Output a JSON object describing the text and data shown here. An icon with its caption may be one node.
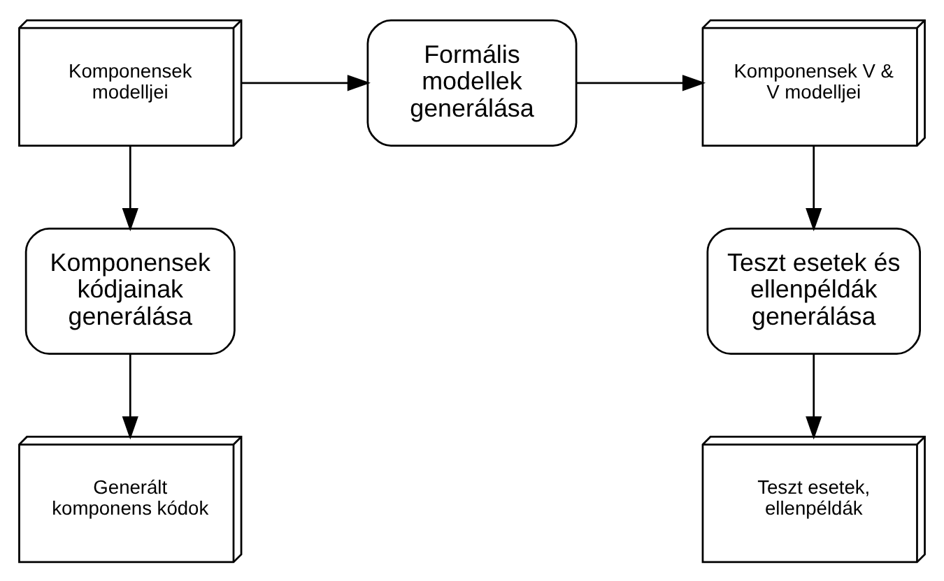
{
  "diagram": {
    "nodes": [
      {
        "text": [
          "Komponensek modelljei"
        ]
      },
      {
        "text": [
          "Formális modellek generálása"
        ]
      },
      {
        "text": [
          "Komponensek V & V modelljei"
        ]
      },
      {
        "text": [
          "Komponensek kódjainak generálása"
        ]
      },
      {
        "text": [
          "Teszt esetek és ellenpéldák generálása"
        ]
      },
      {
        "text": [
          "Generált komponens kódok"
        ]
      },
      {
        "text": [
          "Teszt esetek, ellenpéldák"
        ]
      }
    ],
    "edges": [
      {
        "from": 0,
        "to": 1,
        "arrow": "to"
      },
      {
        "from": 1,
        "to": 2,
        "arrow": "to"
      },
      {
        "from": 0,
        "to": 3,
        "arrow": "to"
      },
      {
        "from": 3,
        "to": 5,
        "arrow": "to"
      },
      {
        "from": 2,
        "to": 4,
        "arrow": "to"
      },
      {
        "from": 4,
        "to": 6,
        "arrow": "to"
      }
    ]
  }
}
